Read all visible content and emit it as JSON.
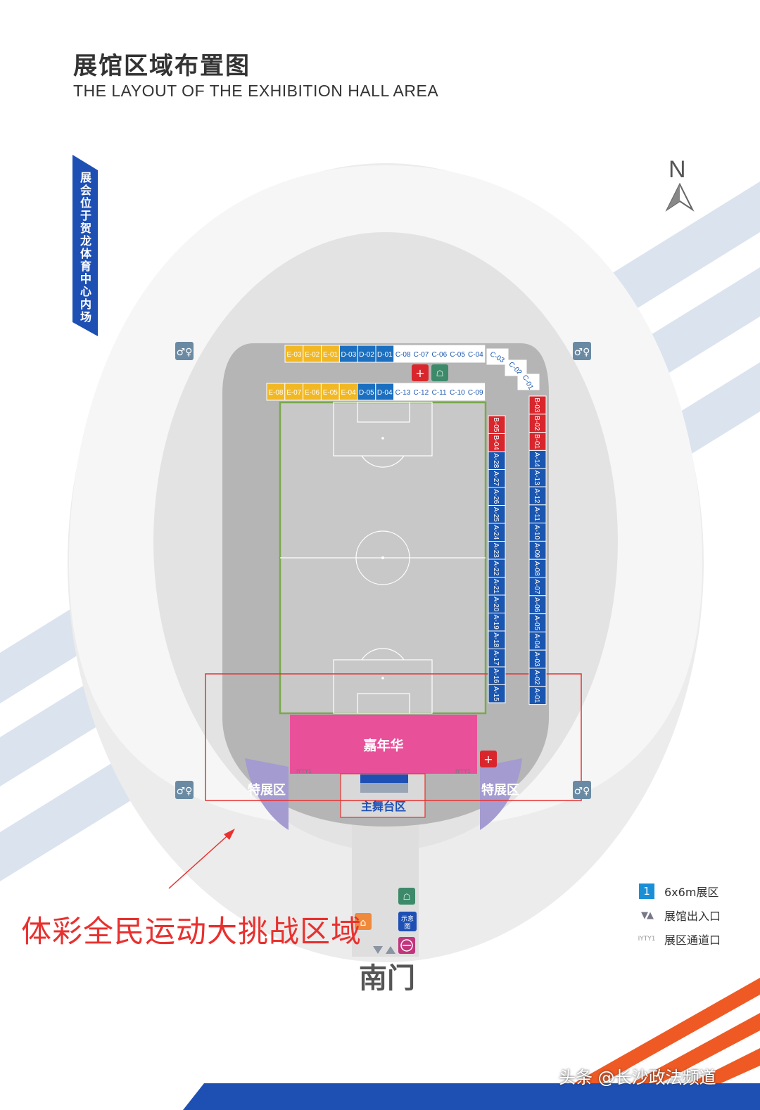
{
  "title": {
    "cn": "展馆区域布置图",
    "en": "THE LAYOUT OF THE EXHIBITION HALL AREA"
  },
  "venue_note": "展会位于贺龙体育中心内场",
  "compass": {
    "label": "N"
  },
  "zones": {
    "carnival": "嘉年华",
    "special_left": "特展区",
    "special_right": "特展区",
    "main_stage": "主舞台区",
    "challenge": "体彩全民运动大挑战区域",
    "south_gate": "南门",
    "map_sign": "示意图"
  },
  "booths": {
    "row1": [
      "E-03",
      "E-02",
      "E-01",
      "D-03",
      "D-02",
      "D-01",
      "C-08",
      "C-07",
      "C-06",
      "C-05",
      "C-04"
    ],
    "curve": [
      "C-03",
      "C-02",
      "C-01"
    ],
    "row2": [
      "E-08",
      "E-07",
      "E-06",
      "E-05",
      "E-04",
      "D-05",
      "D-04",
      "C-13",
      "C-12",
      "C-11",
      "C-10",
      "C-09"
    ],
    "inner_column": [
      "B-05",
      "B-04",
      "A-28",
      "A-27",
      "A-26",
      "A-25",
      "A-24",
      "A-23",
      "A-22",
      "A-21",
      "A-20",
      "A-19",
      "A-18",
      "A-17",
      "A-16",
      "A-15"
    ],
    "outer_column": [
      "B-03",
      "B-02",
      "B-01",
      "A-14",
      "A-13",
      "A-12",
      "A-11",
      "A-10",
      "A-09",
      "A-08",
      "A-07",
      "A-06",
      "A-05",
      "A-04",
      "A-03",
      "A-02",
      "A-01"
    ]
  },
  "legend": {
    "booth_label": "6x6m展区",
    "booth_sample": "1",
    "entrance_label": "展馆出入口",
    "passage_label": "展区通道口",
    "passage_code": "IYTY1"
  },
  "colors": {
    "E": "#f2b823",
    "D": "#1a6fc0",
    "C": "#ffffff",
    "B": "#d9262c",
    "A": "#1a56b0",
    "carnival": "#e8509a",
    "special": "#a49bd0",
    "highlight": "#e8312f",
    "ribbon": "#1e50b4"
  },
  "watermark": "头条 @长沙政法频道"
}
